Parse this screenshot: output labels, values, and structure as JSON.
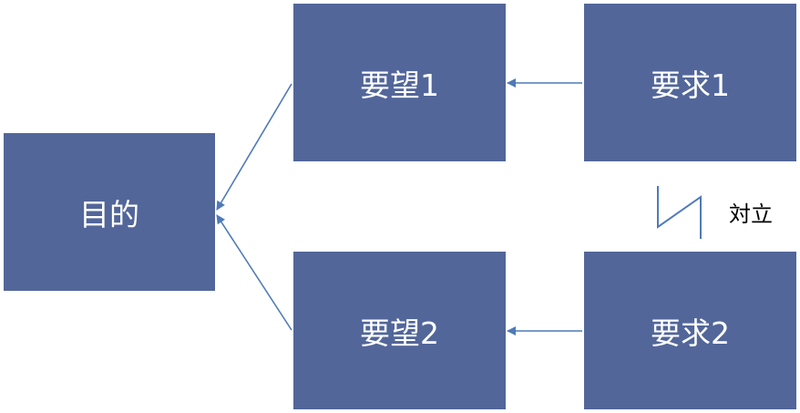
{
  "nodes": {
    "goal": "目的",
    "want1": "要望1",
    "want2": "要望2",
    "req1": "要求1",
    "req2": "要求2"
  },
  "conflict_label": "対立",
  "colors": {
    "box": "#52669a",
    "box_text": "#ffffff",
    "arrow": "#4f7ab8",
    "conflict_symbol": "#4f7ab8"
  },
  "edges": [
    {
      "from": "want1",
      "to": "goal"
    },
    {
      "from": "want2",
      "to": "goal"
    },
    {
      "from": "req1",
      "to": "want1"
    },
    {
      "from": "req2",
      "to": "want2"
    }
  ]
}
